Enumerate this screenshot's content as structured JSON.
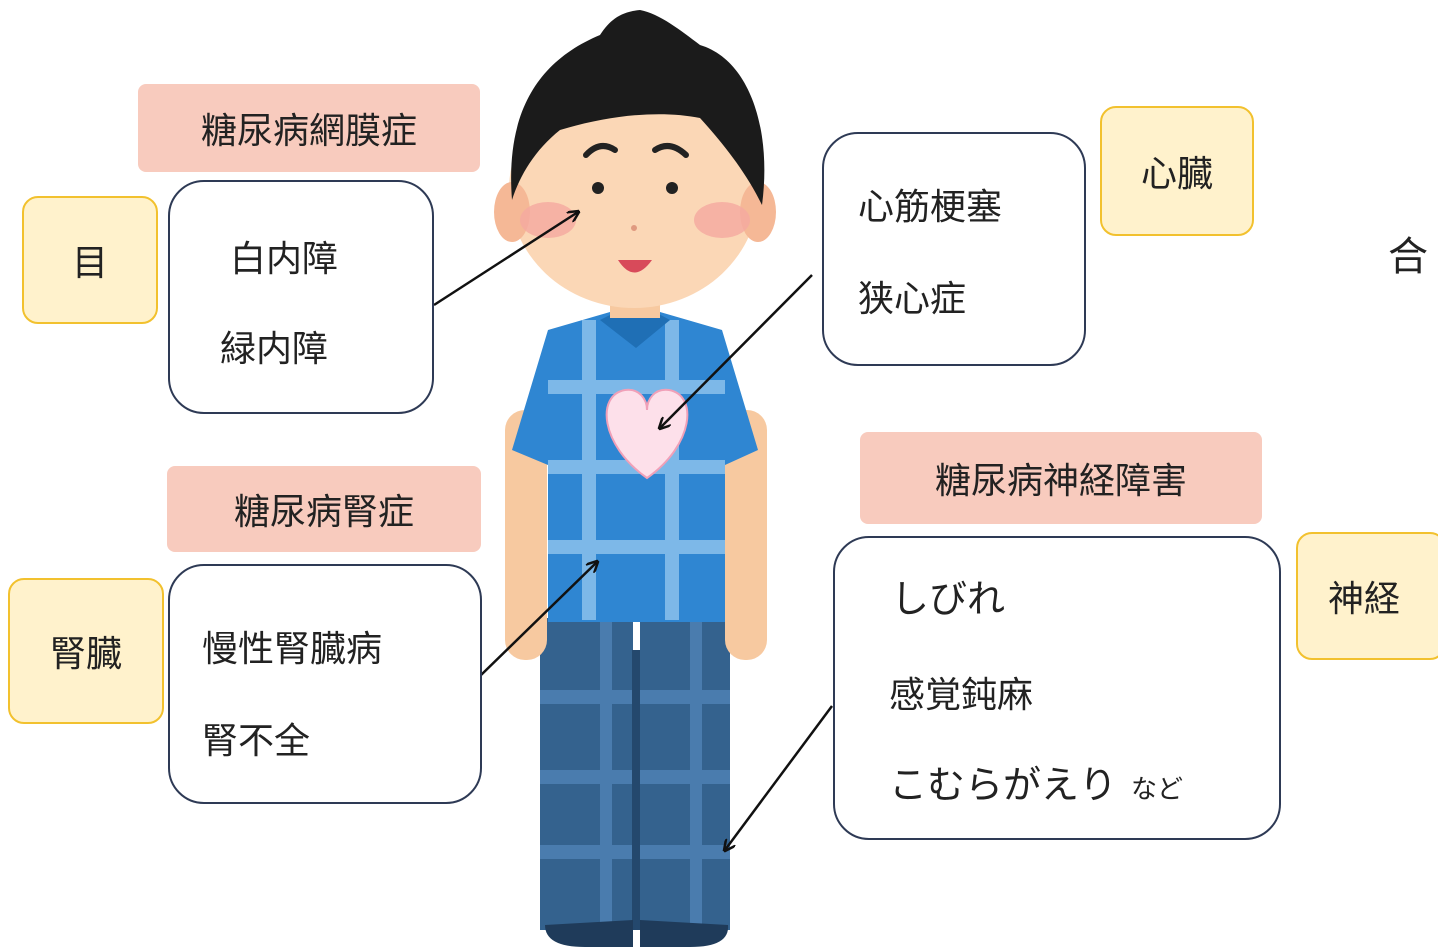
{
  "eye": {
    "organ": "目",
    "disease": "糖尿病網膜症",
    "items": [
      "白内障",
      "緑内障"
    ]
  },
  "heart": {
    "organ": "心臓",
    "items": [
      "心筋梗塞",
      "狭心症"
    ]
  },
  "kidney": {
    "organ": "腎臓",
    "disease": "糖尿病腎症",
    "items": [
      "慢性腎臓病",
      "腎不全"
    ]
  },
  "nerve": {
    "organ": "神経",
    "disease": "糖尿病神経障害",
    "items": [
      "しびれ",
      "感覚鈍麻",
      "こむらがえり"
    ],
    "suffix": "など"
  },
  "cut_text": "合",
  "colors": {
    "organ_fill": "#fff2cc",
    "organ_border": "#f2c12e",
    "disease_fill": "#f8cbbe",
    "box_border": "#2e3a55",
    "shirt": "#2f86d2",
    "pants": "#34628e"
  },
  "illustration": "boy-standing-with-heart"
}
